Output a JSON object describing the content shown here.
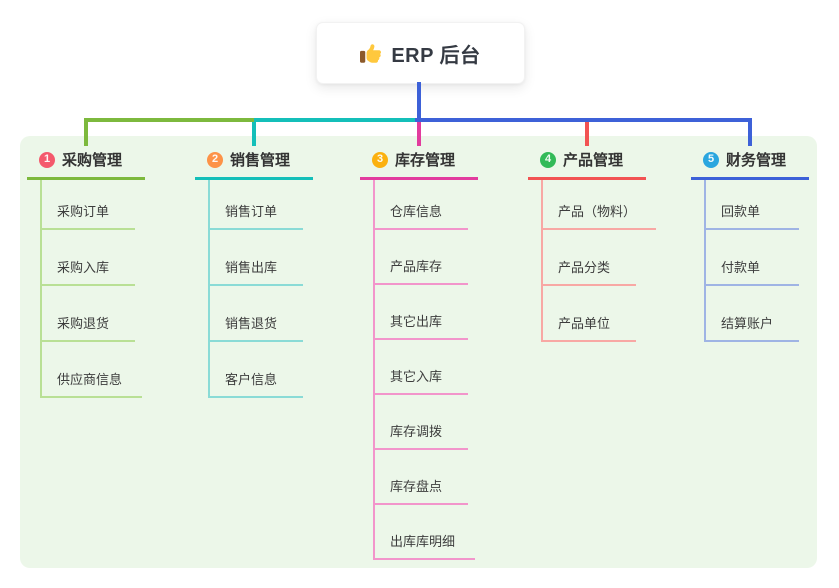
{
  "root": {
    "label": "ERP 后台",
    "icon": "thumbs-up-icon"
  },
  "colors": {
    "page_background": "#ffffff",
    "panel_background": "#ecf7e9",
    "root_connector": "#3d61d8",
    "node_text": "#333333",
    "child_text": "#3d3d3d",
    "thumb_yellow": "#ffc83d",
    "thumb_cuff": "#8c5a2b"
  },
  "branches": [
    {
      "badge": "1",
      "label": "采购管理",
      "line_color": "#7db93d",
      "child_line_color": "#b9e095",
      "badge_color": "#f4596c",
      "children": [
        "采购订单",
        "采购入库",
        "采购退货",
        "供应商信息"
      ]
    },
    {
      "badge": "2",
      "label": "销售管理",
      "line_color": "#14bfb9",
      "child_line_color": "#8adbd6",
      "badge_color": "#fd9348",
      "children": [
        "销售订单",
        "销售出库",
        "销售退货",
        "客户信息"
      ]
    },
    {
      "badge": "3",
      "label": "库存管理",
      "line_color": "#e23c9e",
      "child_line_color": "#f295cb",
      "badge_color": "#fbb10f",
      "children": [
        "仓库信息",
        "产品库存",
        "其它出库",
        "其它入库",
        "库存调拨",
        "库存盘点",
        "出库库明细"
      ]
    },
    {
      "badge": "4",
      "label": "产品管理",
      "line_color": "#f25353",
      "child_line_color": "#f8a8a4",
      "badge_color": "#32ba58",
      "children": [
        "产品（物料）",
        "产品分类",
        "产品单位"
      ]
    },
    {
      "badge": "5",
      "label": "财务管理",
      "line_color": "#3d61d8",
      "child_line_color": "#9fb4e4",
      "badge_color": "#2aa6df",
      "children": [
        "回款单",
        "付款单",
        "结算账户"
      ]
    }
  ]
}
